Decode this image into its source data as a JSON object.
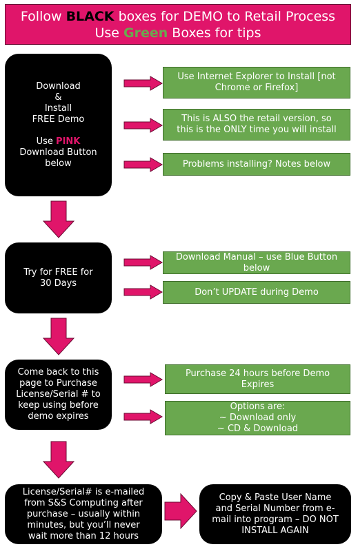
{
  "header": {
    "line1_a": "Follow ",
    "line1_b": "BLACK",
    "line1_c": " boxes for DEMO to Retail Process",
    "line2_a": "Use ",
    "line2_b": "Green",
    "line2_c": " Boxes for tips"
  },
  "step1": {
    "l1": "Download",
    "l2": "&",
    "l3": "Install",
    "l4": "FREE Demo",
    "l5a": "Use ",
    "l5b": "PINK",
    "l6": "Download Button",
    "l7": "below"
  },
  "tips1": [
    {
      "l1": "Use Internet Explorer to Install [not",
      "l2": "Chrome or Firefox]"
    },
    {
      "l1": "This is ALSO the retail version, so",
      "l2": "this is the ONLY time you will install"
    },
    {
      "l1": "Problems installing? Notes below"
    }
  ],
  "step2": {
    "l1": "Try for FREE for",
    "l2": "30 Days"
  },
  "tips2": [
    {
      "l1": "Download Manual – use Blue Button",
      "l2": "below"
    },
    {
      "l1": "Don’t UPDATE during Demo"
    }
  ],
  "step3": {
    "l1": "Come back to this",
    "l2": "page to Purchase",
    "l3": "License/Serial # to",
    "l4": "keep using before",
    "l5": "demo expires"
  },
  "tips3": [
    {
      "l1": "Purchase 24 hours before Demo",
      "l2": "Expires"
    },
    {
      "l1": "Options are:",
      "l2": "~ Download only",
      "l3": "~ CD & Download"
    }
  ],
  "step4": {
    "l1": "License/Serial# is e-mailed",
    "l2": "from S&S Computing after",
    "l3": "purchase – usually within",
    "l4": "minutes, but you’ll never",
    "l5": "wait more than 12 hours"
  },
  "step5": {
    "l1": "Copy & Paste User Name",
    "l2": "and Serial Number from e-",
    "l3": "mail into program – DO NOT",
    "l4": "INSTALL AGAIN"
  },
  "colors": {
    "pink": "#e0156a",
    "green": "#6aa84f",
    "black": "#000000"
  }
}
